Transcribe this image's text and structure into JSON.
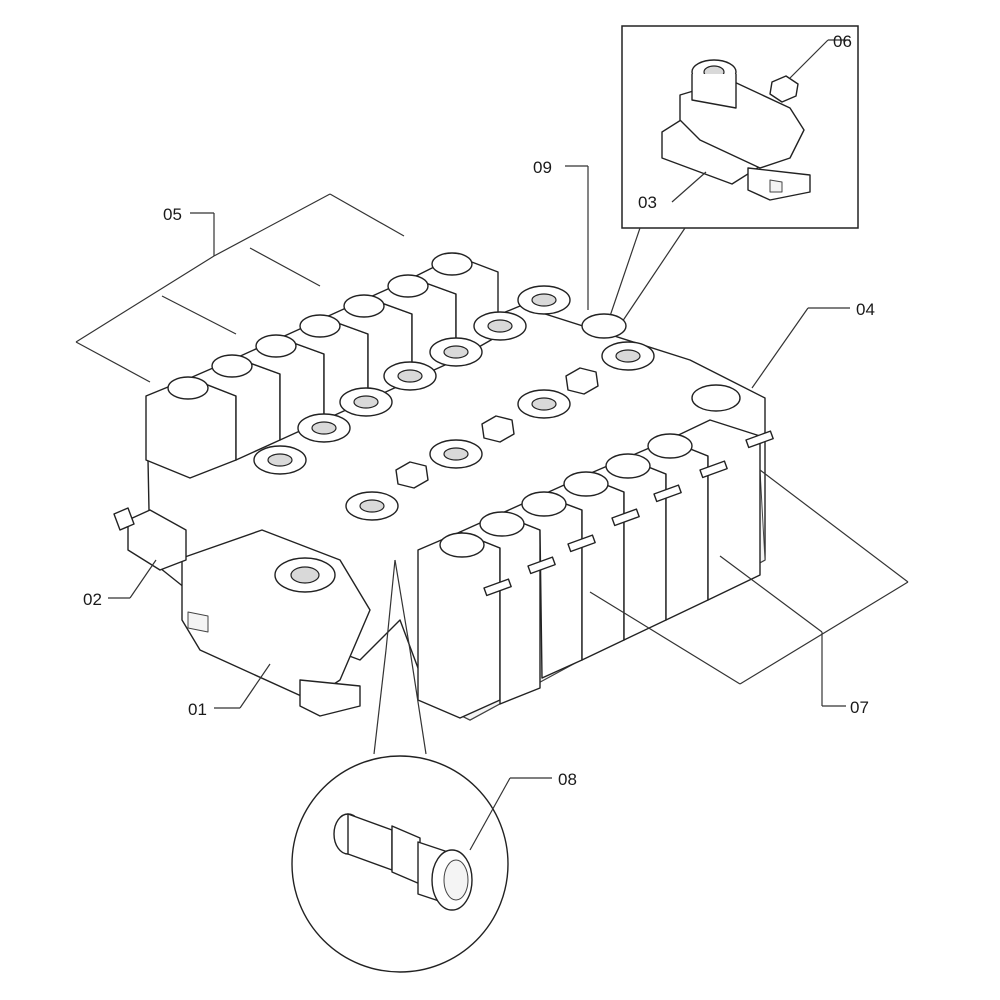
{
  "callouts": {
    "c01": "01",
    "c02": "02",
    "c03": "03",
    "c04": "04",
    "c05": "05",
    "c06": "06",
    "c07": "07",
    "c08": "08",
    "c09": "09"
  },
  "colors": {
    "stroke": "#222222",
    "background": "#ffffff"
  }
}
